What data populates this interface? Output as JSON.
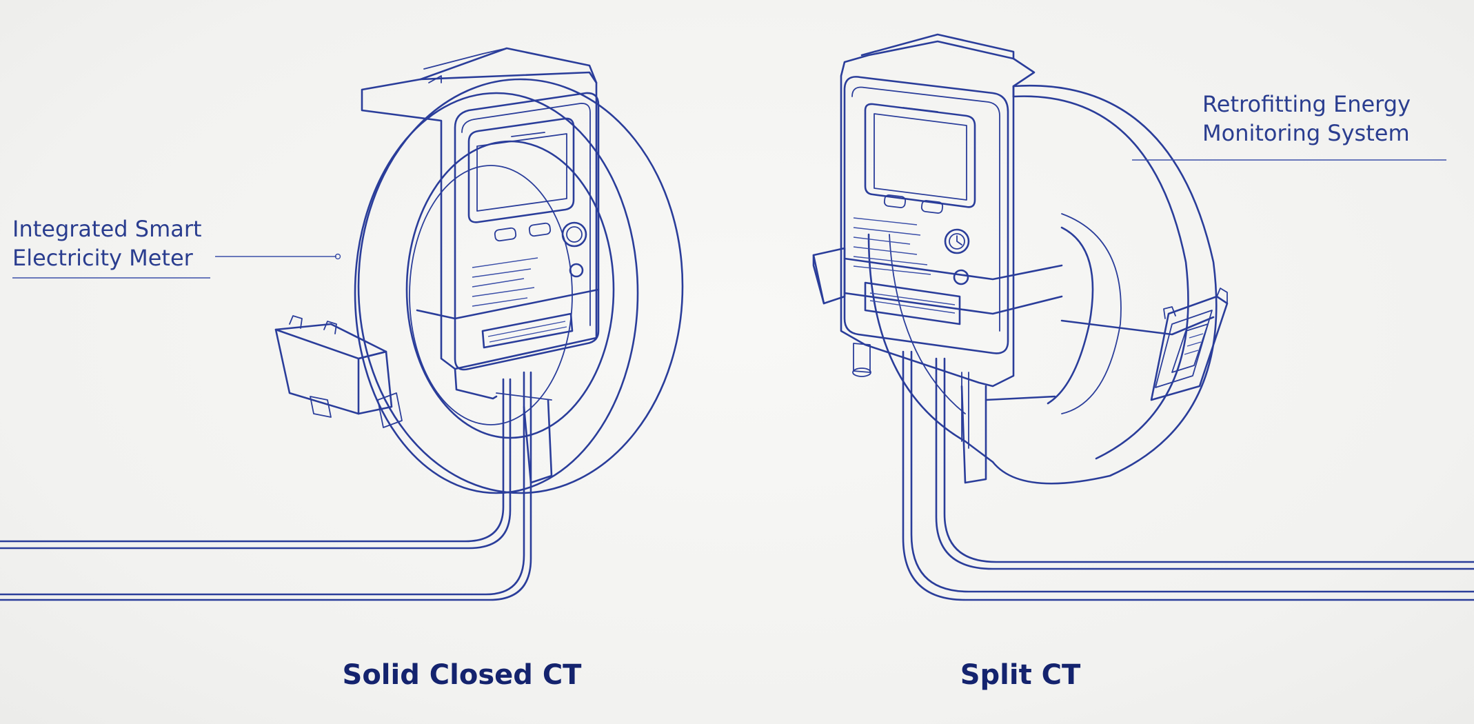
{
  "labels": {
    "left_line1": "Integrated Smart",
    "left_line2": "Electricity Meter",
    "right_line1": "Retrofitting Energy",
    "right_line2": "Monitoring System"
  },
  "captions": {
    "left": "Solid Closed CT",
    "right": "Split CT"
  },
  "colors": {
    "ink": "#2a3d9a",
    "caption": "#14236e",
    "background": "#f4f4f2"
  }
}
